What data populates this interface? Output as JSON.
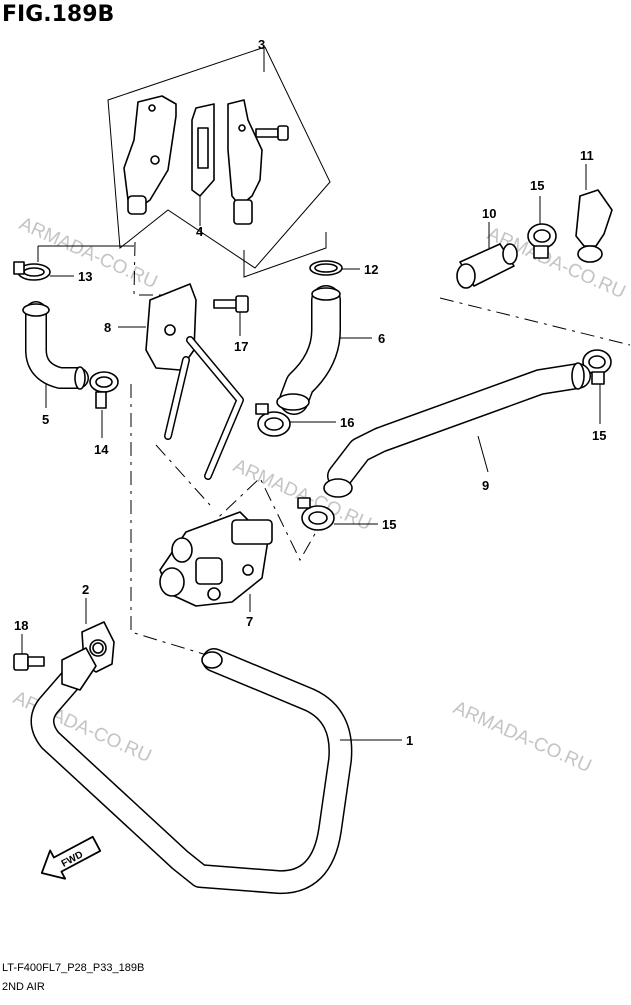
{
  "figure": {
    "title": "FIG.189B",
    "drawing_code": "LT-F400FL7_P28_P33_189B",
    "section_name": "2ND AIR"
  },
  "callouts": [
    "1",
    "2",
    "3",
    "4",
    "5",
    "6",
    "7",
    "8",
    "9",
    "10",
    "11",
    "12",
    "13",
    "14",
    "15",
    "15",
    "15",
    "16",
    "17",
    "18"
  ],
  "watermark": "ARMADA-CO.RU",
  "fwd_label": "FWD"
}
